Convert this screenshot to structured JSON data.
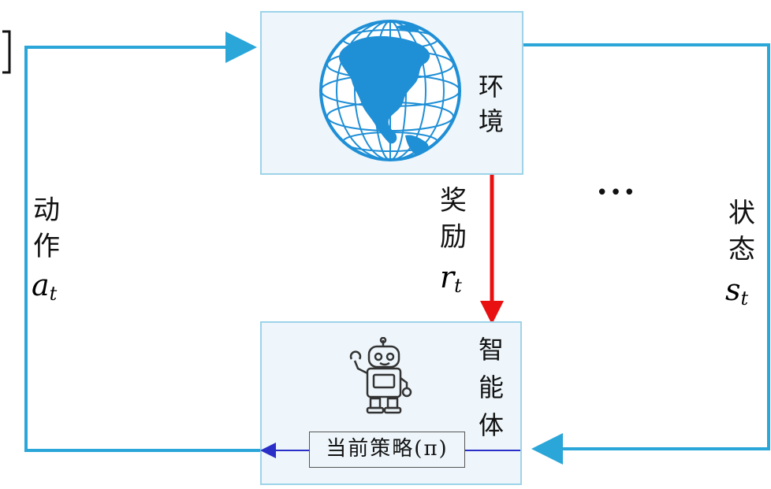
{
  "environment": {
    "label": "环境"
  },
  "agent": {
    "label": "智能体",
    "policy": "当前策略(π)"
  },
  "action": {
    "label": "动作",
    "symbol": "a",
    "subscript": "t"
  },
  "reward": {
    "label": "奖励",
    "symbol": "r",
    "subscript": "t"
  },
  "state": {
    "label": "状态",
    "symbol": "s",
    "subscript": "t"
  },
  "ellipsis": "•••",
  "colors": {
    "loop": "#2aa6d8",
    "reward_arrow": "#e81010",
    "policy_arrow": "#2a2fc8",
    "box_fill": "#eef6fb",
    "box_border": "#9ed3e8"
  }
}
